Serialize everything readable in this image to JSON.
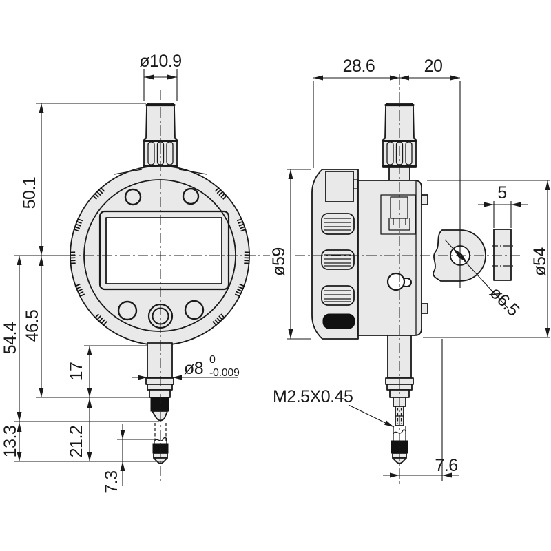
{
  "drawing": {
    "type": "engineering-dimension-drawing",
    "subject": "digital dial indicator, front and side views",
    "colors": {
      "body_fill": "#e9e9e9",
      "line": "#1a1a1a",
      "background": "#ffffff"
    }
  },
  "dimensions": {
    "front": {
      "knob_diameter": "ø10.9",
      "upper_height": "50.1",
      "lower_height": "54.4",
      "center_to_collar": "46.5",
      "stem_length": "17",
      "tip_rest": "13.3",
      "tip_extended": "21.2",
      "lower_travel": "7.3",
      "stem_diameter": "ø8",
      "stem_tol_upper": "0",
      "stem_tol_lower": "-0.009"
    },
    "side": {
      "body_depth": "28.6",
      "lug_offset": "20",
      "lug_thickness": "5",
      "bezel_diameter": "ø59",
      "housing_diameter": "ø54",
      "lug_hole_diameter": "ø6.5",
      "tip_offset": "7.6",
      "contact_thread": "M2.5X0.45"
    }
  }
}
